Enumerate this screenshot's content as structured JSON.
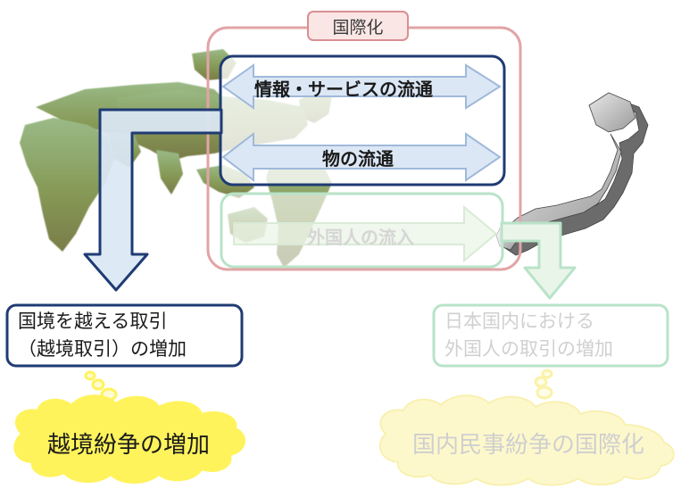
{
  "diagram": {
    "title": "国際化",
    "flows": {
      "info": "情報・サービスの流通",
      "goods": "物の流通",
      "people": "外国人の流入"
    },
    "left_box": {
      "line1": "国境を越える取引",
      "line2": "（越境取引）の増加"
    },
    "right_box": {
      "line1": "日本国内における",
      "line2": "外国人の取引の増加"
    },
    "left_cloud": "越境紛争の増加",
    "right_cloud": "国内民事紛争の国際化"
  },
  "colors": {
    "frame_border": "#e2a4a6",
    "navy": "#1f3b73",
    "arrow_fill": "#dce7f5",
    "arrow_edge": "#9fb9da",
    "faded_green": "#b9e3c8",
    "cloud_yellow": "#fff35c",
    "cloud_faded": "#fdf8cc"
  }
}
